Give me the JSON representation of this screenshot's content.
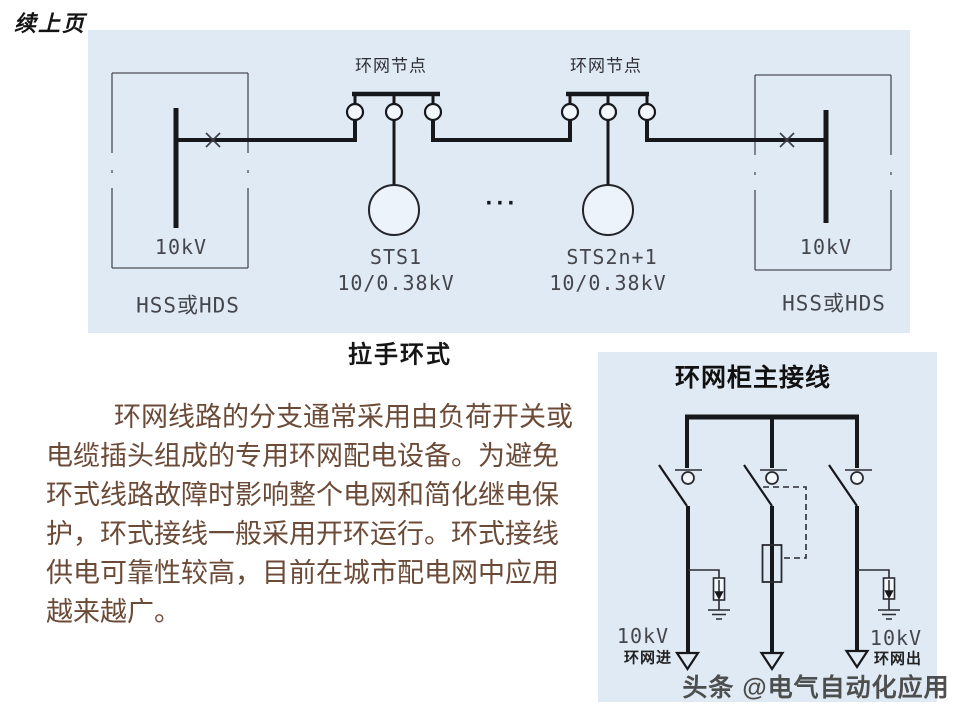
{
  "page": {
    "continued_label": "续上页",
    "watermark": "头条 @电气自动化应用"
  },
  "main_diagram": {
    "caption": "拉手环式",
    "node_labels": [
      "环网节点",
      "环网节点"
    ],
    "left_station": {
      "voltage": "10kV",
      "name": "HSS或HDS"
    },
    "right_station": {
      "voltage": "10kV",
      "name": "HSS或HDS"
    },
    "transformers": [
      {
        "name": "STS1",
        "ratio": "10/0.38kV"
      },
      {
        "name": "STS2n+1",
        "ratio": "10/0.38kV"
      }
    ],
    "ellipsis": "···"
  },
  "paragraph": {
    "lines": [
      "环网线路的分支通常采用由负荷开关或",
      "电缆插头组成的专用环网配电设备。为避免",
      "环式线路故障时影响整个电网和简化继电保",
      "护，环式接线一般采用开环运行。环式接线",
      "供电可靠性较高，目前在城市配电网中应用",
      "越来越广。"
    ]
  },
  "ring_cabinet": {
    "title": "环网柜主接线",
    "incoming": {
      "voltage": "10kV",
      "label": "环网进"
    },
    "outgoing": {
      "voltage": "10kV",
      "label": "环网出"
    }
  },
  "colors": {
    "diagram_bg": "#e0eaf4",
    "line": "#17181c",
    "cad_label": "#45464c",
    "body_text": "#6b4b38",
    "watermark": "#414141"
  }
}
